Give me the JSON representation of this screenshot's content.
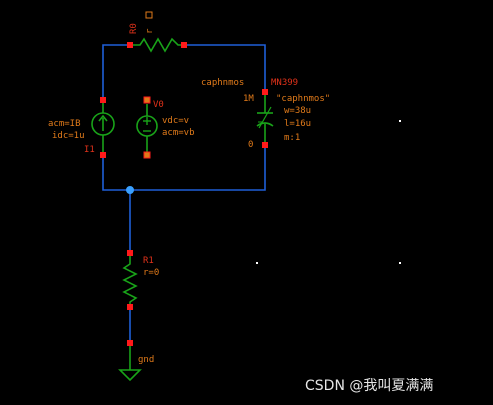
{
  "watermark": "CSDN @我叫夏满满",
  "colors": {
    "background": "#000000",
    "wire": "#1f5fd8",
    "component": "#19a319",
    "pin": "#ff1a1a",
    "label": "#e07a1a",
    "junction": "#3aa0ff"
  },
  "components": {
    "resistor_top": {
      "name": "R0",
      "value": "r"
    },
    "current_source": {
      "acm": "acm=IB",
      "idc": "idc=1u",
      "name": "I1"
    },
    "voltage_source": {
      "name": "V0",
      "vdc": "vdc=v",
      "acm": "acm=vb"
    },
    "capacitor": {
      "cell": "caphnmos",
      "multiplier": "1M",
      "name": "MN399",
      "model": "\"caphnmos\"",
      "width": "w=38u",
      "length": "l=16u",
      "m": "m:1",
      "terminal": "0"
    },
    "resistor_bottom": {
      "name": "R1",
      "value": "r=0"
    },
    "ground": {
      "label": "gnd"
    }
  }
}
